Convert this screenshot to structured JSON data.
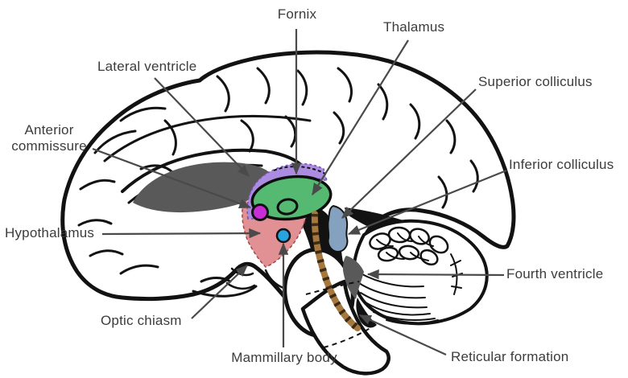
{
  "diagram": {
    "labels": {
      "fornix": "Fornix",
      "thalamus": "Thalamus",
      "lateral_ventricle": "Lateral ventricle",
      "anterior_commissure": "Anterior commissure",
      "hypothalamus": "Hypothalamus",
      "optic_chiasm": "Optic chiasm",
      "mammillary_body": "Mammillary body",
      "superior_colliculus": "Superior colliculus",
      "inferior_colliculus": "Inferior colliculus",
      "fourth_ventricle": "Fourth ventricle",
      "reticular_formation": "Reticular formation"
    },
    "colors": {
      "fornix_band": "#ab8ce0",
      "fornix_band_border": "#7752b8",
      "thalamus_region": "#55b972",
      "anterior_commissure_dot": "#c72ed6",
      "hypothalamus_region": "#e19093",
      "hypothalamus_border": "#a04848",
      "mammillary_body_dot": "#27a3e0",
      "colliculus_region": "#84a1c0",
      "reticular_formation_line": "#a5783f",
      "reticular_formation_dash": "#3f2a12",
      "ventricle_gray": "#59595a",
      "outline_black": "#121212",
      "arrow_gray": "#4a4a4a",
      "label_text": "#3c3c3c",
      "background": "#ffffff"
    }
  }
}
